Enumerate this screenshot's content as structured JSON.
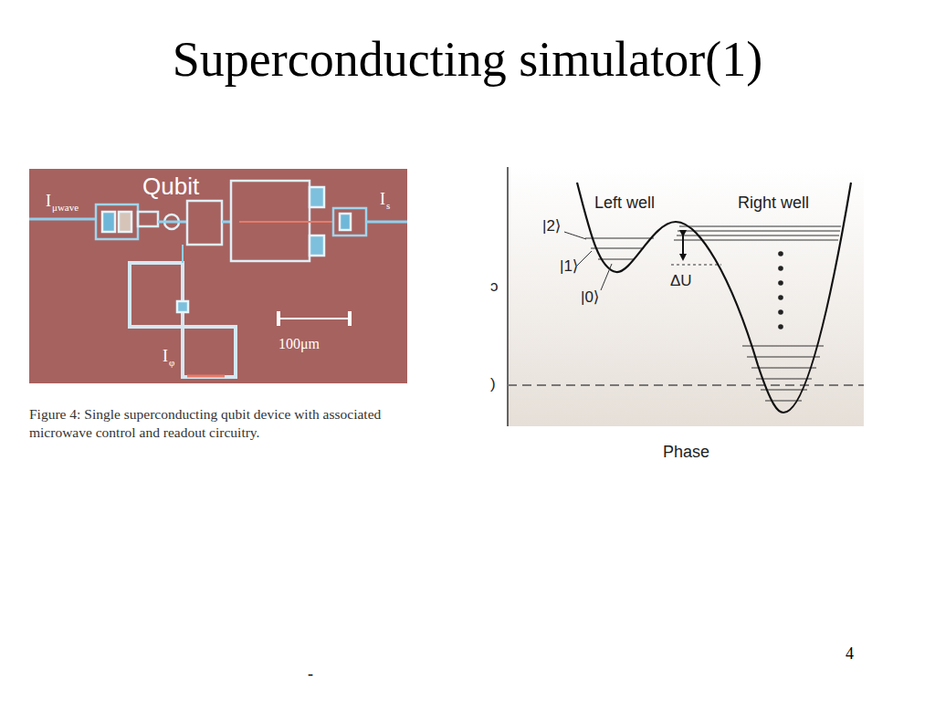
{
  "diagram": {
    "title": "Superconducting simulator(1)",
    "caption": "Figure 4: Single superconducting qubit device with associated microwave control and readout circuitry.",
    "labels": [
      "Qubit",
      "I",
      "μwave",
      "I",
      "s",
      "I",
      "φ",
      "100μm",
      "Left well",
      "Right well",
      "|2⟩",
      "|1⟩",
      "|0⟩",
      "ΔU",
      "ɔ",
      ")",
      "Phase",
      "4",
      "-"
    ]
  }
}
